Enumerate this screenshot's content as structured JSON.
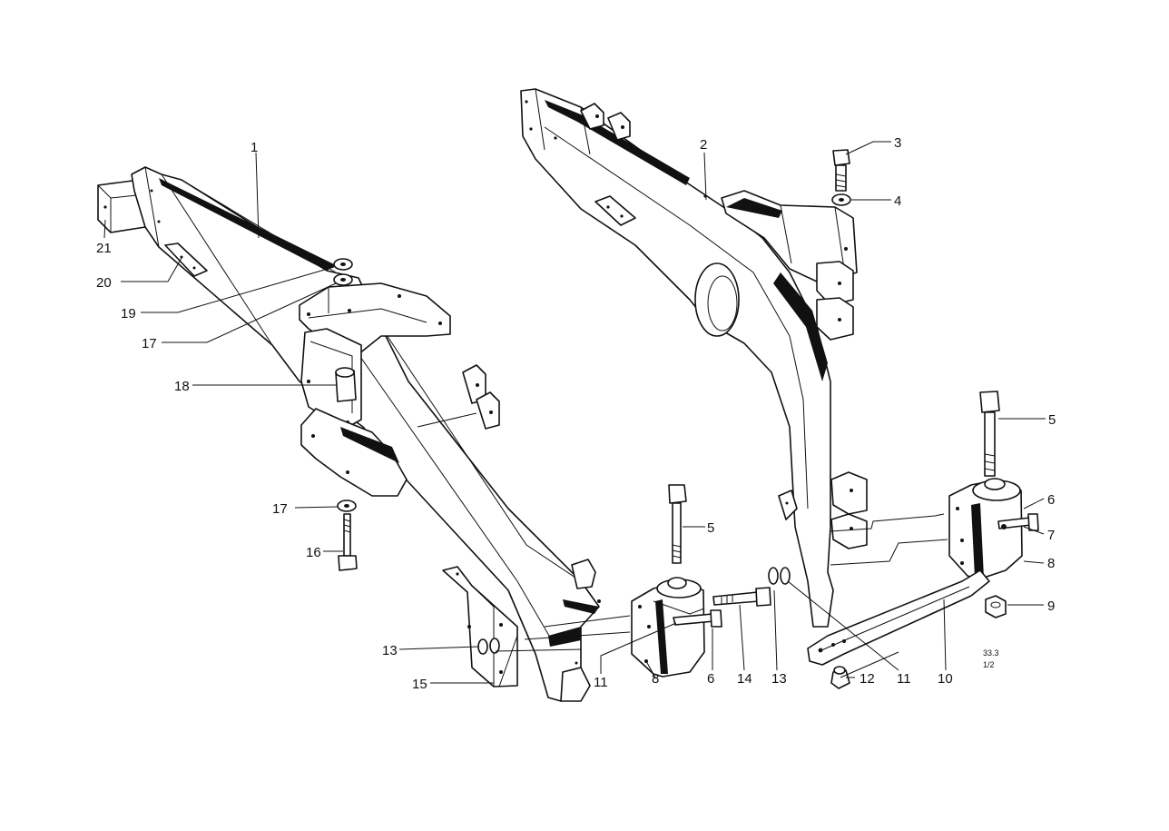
{
  "callouts": [
    {
      "id": "c1",
      "text": "1"
    },
    {
      "id": "c2",
      "text": "2"
    },
    {
      "id": "c3",
      "text": "3"
    },
    {
      "id": "c4",
      "text": "4"
    },
    {
      "id": "c5a",
      "text": "5"
    },
    {
      "id": "c5b",
      "text": "5"
    },
    {
      "id": "c6a",
      "text": "6"
    },
    {
      "id": "c6b",
      "text": "6"
    },
    {
      "id": "c7",
      "text": "7"
    },
    {
      "id": "c8a",
      "text": "8"
    },
    {
      "id": "c8b",
      "text": "8"
    },
    {
      "id": "c9",
      "text": "9"
    },
    {
      "id": "c10",
      "text": "10"
    },
    {
      "id": "c11a",
      "text": "11"
    },
    {
      "id": "c11b",
      "text": "11"
    },
    {
      "id": "c12",
      "text": "12"
    },
    {
      "id": "c13a",
      "text": "13"
    },
    {
      "id": "c13b",
      "text": "13"
    },
    {
      "id": "c14",
      "text": "14"
    },
    {
      "id": "c15",
      "text": "15"
    },
    {
      "id": "c16",
      "text": "16"
    },
    {
      "id": "c17a",
      "text": "17"
    },
    {
      "id": "c17b",
      "text": "17"
    },
    {
      "id": "c18",
      "text": "18"
    },
    {
      "id": "c19",
      "text": "19"
    },
    {
      "id": "c20",
      "text": "20"
    },
    {
      "id": "c21",
      "text": "21"
    }
  ],
  "drawing_ref": {
    "code": "33.3",
    "sheet": "1/2"
  }
}
